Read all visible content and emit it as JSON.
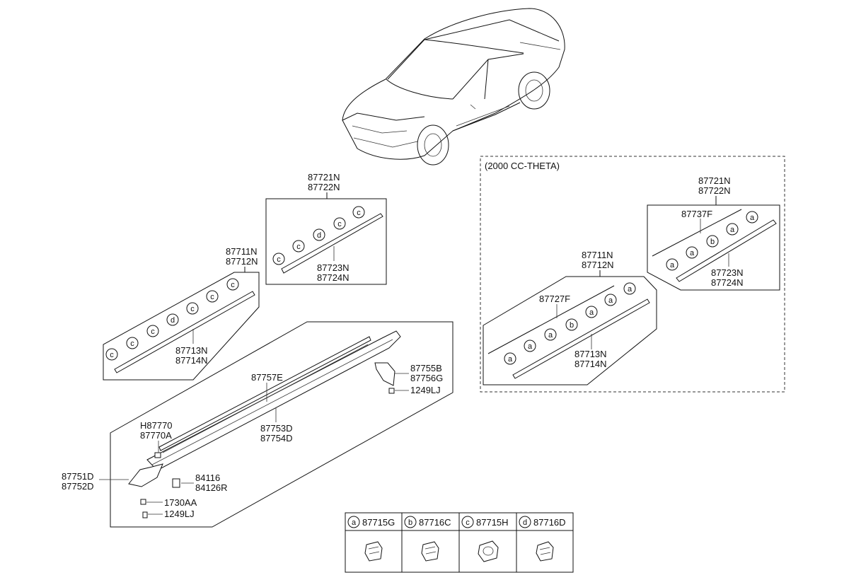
{
  "theta_box": {
    "title": "(2000 CC-THETA)"
  },
  "parts": {
    "p87721N_1": "87721N",
    "p87722N_1": "87722N",
    "p87723N_1": "87723N",
    "p87724N_1": "87724N",
    "p87711N_1": "87711N",
    "p87712N_1": "87712N",
    "p87713N_1": "87713N",
    "p87714N_1": "87714N",
    "p87757E": "87757E",
    "p87755B": "87755B",
    "p87756G": "87756G",
    "p1249LJ_1": "1249LJ",
    "pH87770": "H87770",
    "p87770A": "87770A",
    "p87753D": "87753D",
    "p87754D": "87754D",
    "p84116": "84116",
    "p84126R": "84126R",
    "p87751D": "87751D",
    "p87752D": "87752D",
    "p1730AA": "1730AA",
    "p1249LJ_2": "1249LJ",
    "p87721N_2": "87721N",
    "p87722N_2": "87722N",
    "p87737F": "87737F",
    "p87723N_2": "87723N",
    "p87724N_2": "87724N",
    "p87711N_2": "87711N",
    "p87712N_2": "87712N",
    "p87727F": "87727F",
    "p87713N_2": "87713N",
    "p87714N_2": "87714N"
  },
  "clip_table": [
    {
      "letter": "a",
      "part": "87715G"
    },
    {
      "letter": "b",
      "part": "87716C"
    },
    {
      "letter": "c",
      "part": "87715H"
    },
    {
      "letter": "d",
      "part": "87716D"
    }
  ],
  "clip_markers": {
    "box1": [
      "c",
      "c",
      "d",
      "c",
      "c"
    ],
    "box2": [
      "c",
      "c",
      "c",
      "d",
      "c",
      "c",
      "c"
    ],
    "box3": [
      "a",
      "a",
      "b",
      "a",
      "a"
    ],
    "box4": [
      "a",
      "a",
      "a",
      "b",
      "a",
      "a",
      "a"
    ]
  }
}
